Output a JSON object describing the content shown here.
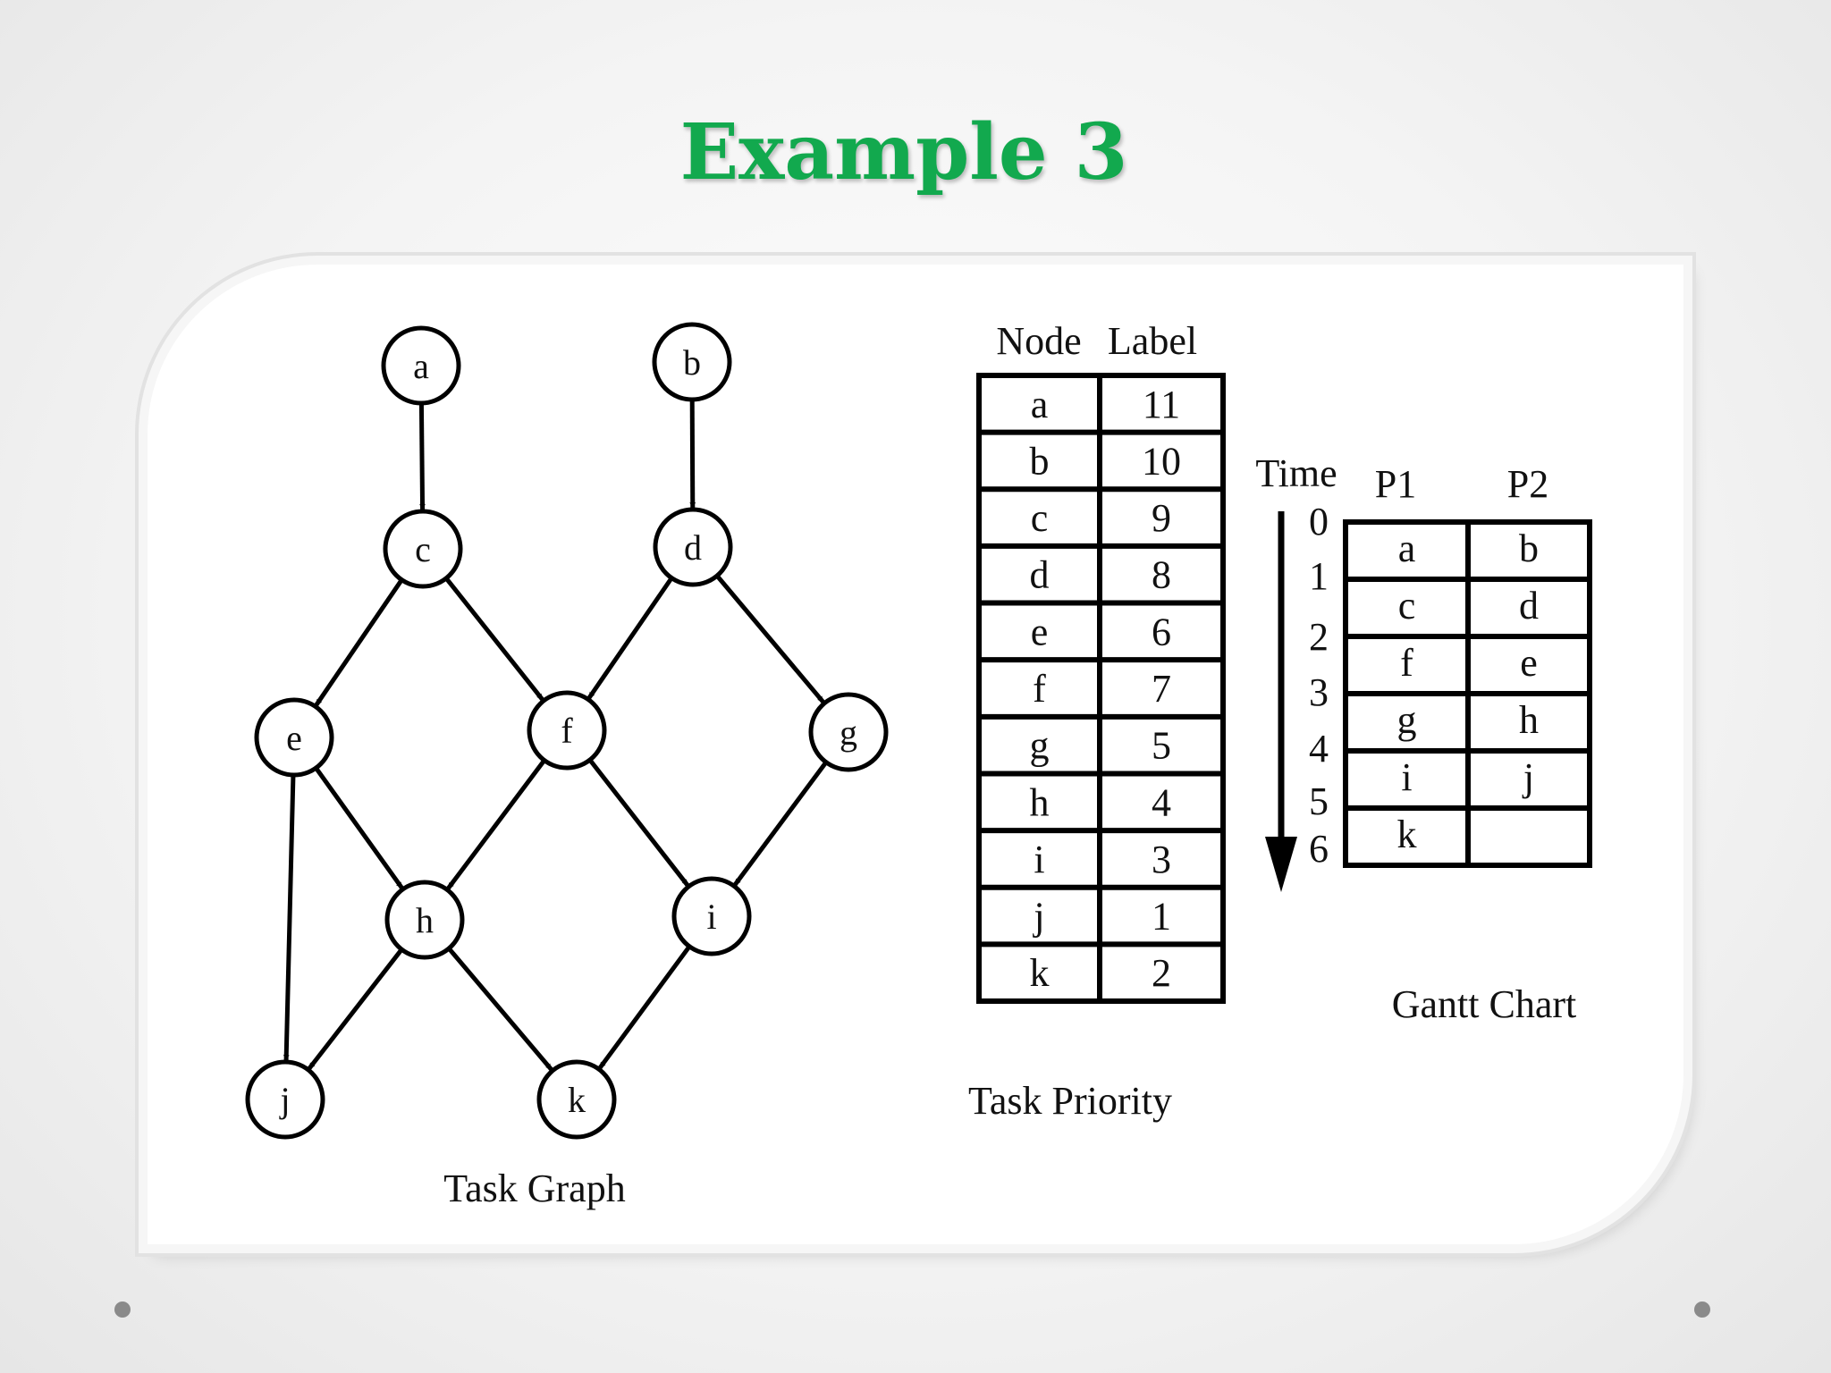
{
  "title": "Example 3",
  "task_graph": {
    "caption": "Task Graph",
    "nodes": [
      "a",
      "b",
      "c",
      "d",
      "e",
      "f",
      "g",
      "h",
      "i",
      "j",
      "k"
    ],
    "edges": [
      [
        "a",
        "c"
      ],
      [
        "b",
        "d"
      ],
      [
        "c",
        "e"
      ],
      [
        "c",
        "f"
      ],
      [
        "d",
        "f"
      ],
      [
        "d",
        "g"
      ],
      [
        "e",
        "h"
      ],
      [
        "e",
        "j"
      ],
      [
        "f",
        "h"
      ],
      [
        "f",
        "i"
      ],
      [
        "g",
        "i"
      ],
      [
        "h",
        "j"
      ],
      [
        "h",
        "k"
      ],
      [
        "i",
        "k"
      ]
    ]
  },
  "task_priority": {
    "caption": "Task Priority",
    "headers": [
      "Node",
      "Label"
    ],
    "rows": [
      [
        "a",
        "11"
      ],
      [
        "b",
        "10"
      ],
      [
        "c",
        "9"
      ],
      [
        "d",
        "8"
      ],
      [
        "e",
        "6"
      ],
      [
        "f",
        "7"
      ],
      [
        "g",
        "5"
      ],
      [
        "h",
        "4"
      ],
      [
        "i",
        "3"
      ],
      [
        "j",
        "1"
      ],
      [
        "k",
        "2"
      ]
    ]
  },
  "gantt_chart": {
    "caption": "Gantt Chart",
    "time_label": "Time",
    "time_ticks": [
      "0",
      "1",
      "2",
      "3",
      "4",
      "5",
      "6"
    ],
    "processors": [
      "P1",
      "P2"
    ],
    "rows": [
      [
        "a",
        "b"
      ],
      [
        "c",
        "d"
      ],
      [
        "f",
        "e"
      ],
      [
        "g",
        "h"
      ],
      [
        "i",
        "j"
      ],
      [
        "k",
        ""
      ]
    ]
  },
  "colors": {
    "title": "#12a94e",
    "line": "#000000"
  }
}
